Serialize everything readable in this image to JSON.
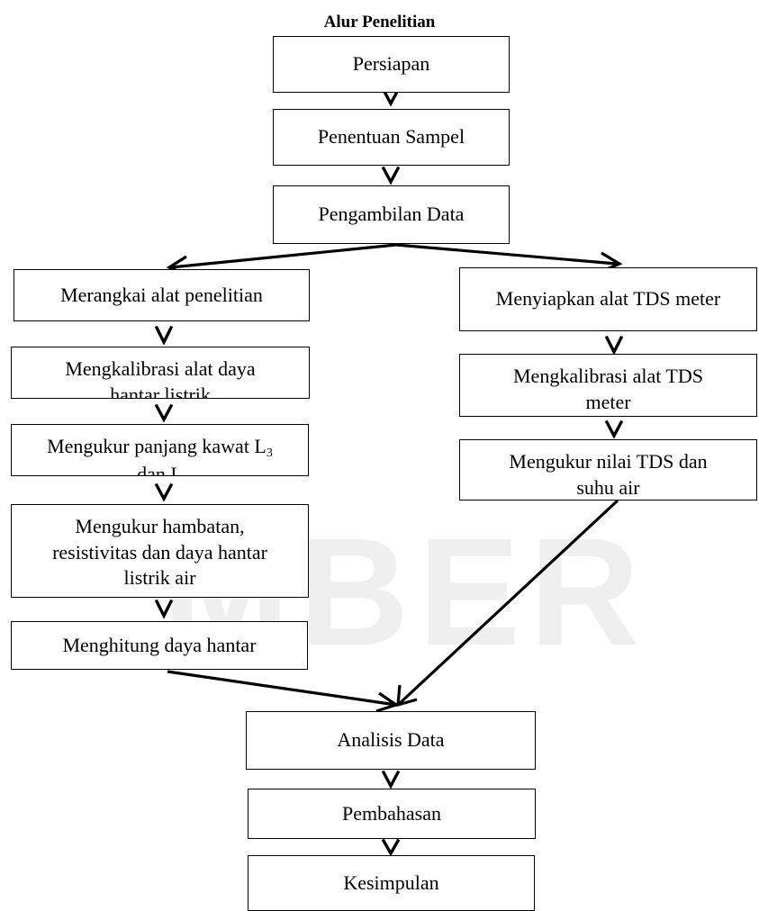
{
  "title": "Alur Penelitian",
  "watermark": "MBER",
  "main_flow": {
    "persiapan": "Persiapan",
    "penentuan_sampel": "Penentuan Sampel",
    "pengambilan_data": "Pengambilan Data",
    "analisis_data": "Analisis Data",
    "pembahasan": "Pembahasan",
    "kesimpulan": "Kesimpulan"
  },
  "left_branch": {
    "merangkai": "Merangkai alat penelitian",
    "mengkalibrasi_line1": "Mengkalibrasi alat daya",
    "mengkalibrasi_line2": "hantar listrik",
    "mengukur_panjang_line1": "Mengukur panjang kawat L",
    "mengukur_panjang_sub": "3",
    "mengukur_panjang_line2": "dan L",
    "mengukur_hambatan_line1": "Mengukur hambatan,",
    "mengukur_hambatan_line2": "resistivitas dan daya hantar",
    "mengukur_hambatan_line3": "listrik air",
    "menghitung": "Menghitung daya hantar"
  },
  "right_branch": {
    "menyiapkan": "Menyiapkan alat TDS meter",
    "mengkalibrasi_tds_line1": "Mengkalibrasi alat TDS",
    "mengkalibrasi_tds_line2": "meter",
    "mengukur_tds_line1": "Mengukur nilai TDS dan",
    "mengukur_tds_line2": "suhu air"
  }
}
